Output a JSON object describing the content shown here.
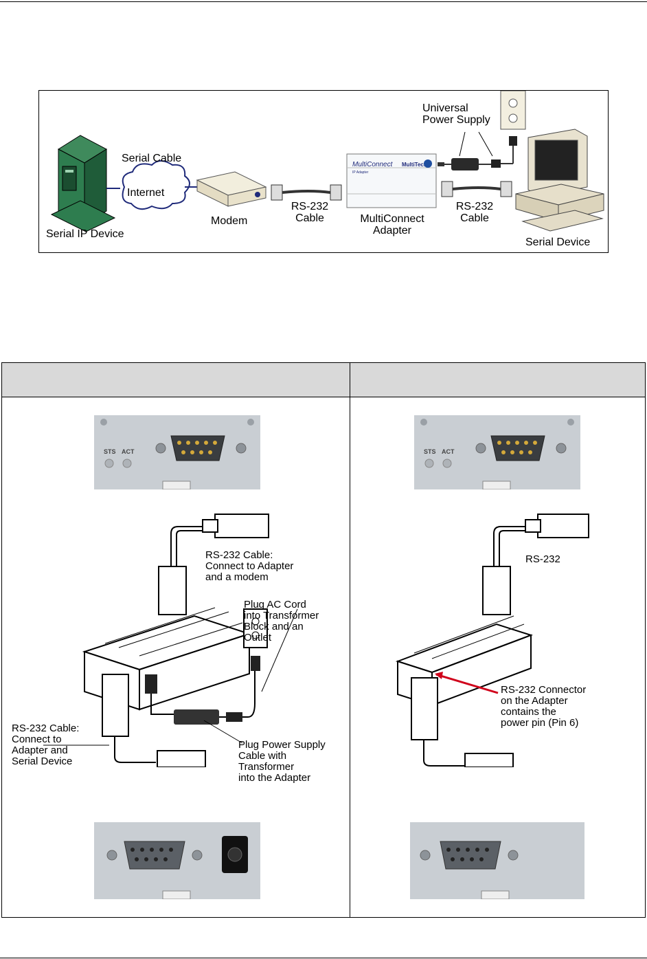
{
  "figure1": {
    "serial_ip_device": "Serial IP Device",
    "serial_cable": "Serial Cable",
    "internet": "Internet",
    "modem": "Modem",
    "rs232_cable_left": "RS-232\nCable",
    "adapter": "MultiConnect\nAdapter",
    "rs232_cable_right": "RS-232\nCable",
    "power_supply": "Universal\nPower Supply",
    "serial_device": "Serial Device",
    "adapter_brand": "MultiConnect",
    "adapter_sub": "IP Adapter",
    "adapter_logo": "MultiTech"
  },
  "table": {
    "header_left": "",
    "header_right": "",
    "top_panel": {
      "sts": "STS",
      "act": "ACT"
    },
    "left": {
      "cable_top": "RS-232 Cable:\nConnect to Adapter\nand a modem",
      "ac_cord": "Plug AC Cord\ninto Transformer\nBlock and an\nOutlet",
      "cable_bottom": "RS-232 Cable:\nConnect to\nAdapter and\nSerial Device",
      "power_supply": "Plug Power Supply\nCable with\nTransformer\ninto the Adapter"
    },
    "right": {
      "cable_top": "RS-232",
      "connector": "RS-232 Connector\non the Adapter\ncontains the\npower pin (Pin 6)"
    }
  },
  "colors": {
    "header_bg": "#d9d9d9",
    "arrow_red": "#d0021b",
    "device_green": "#2e7d4f"
  }
}
